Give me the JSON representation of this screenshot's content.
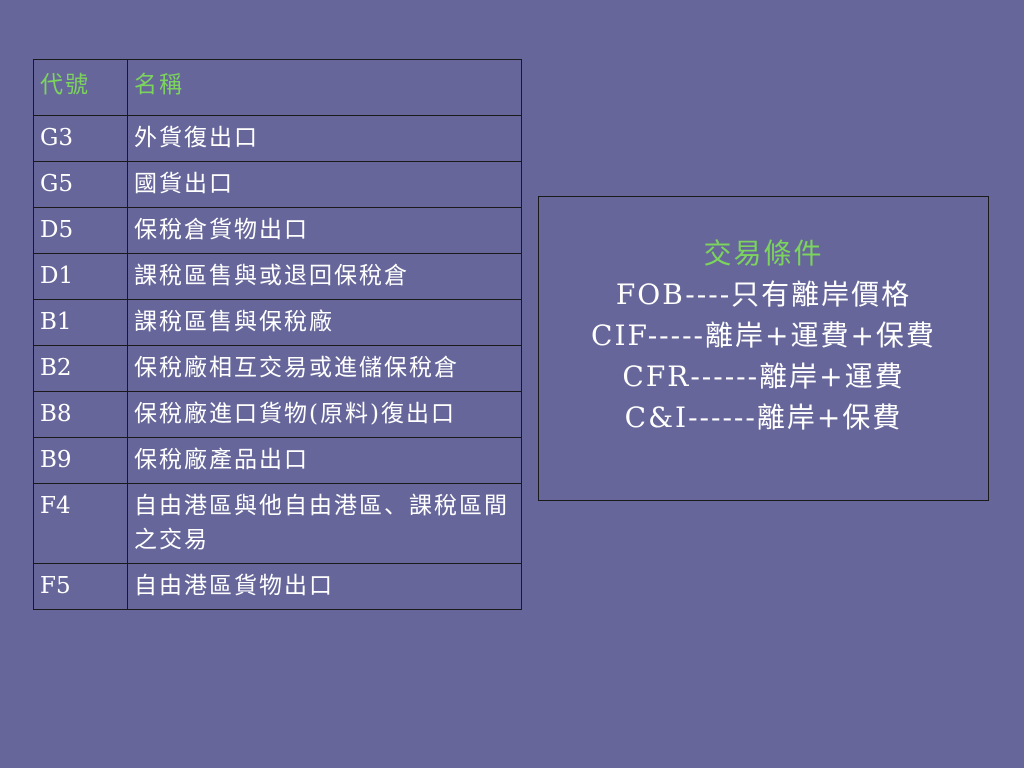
{
  "table": {
    "header": {
      "code": "代號",
      "name": "名稱"
    },
    "rows": [
      {
        "code": "G3",
        "name": "外貨復出口"
      },
      {
        "code": "G5",
        "name": "國貨出口"
      },
      {
        "code": "D5",
        "name": "保稅倉貨物出口"
      },
      {
        "code": "D1",
        "name": "課稅區售與或退回保稅倉"
      },
      {
        "code": "B1",
        "name": "課稅區售與保稅廠"
      },
      {
        "code": "B2",
        "name": "保稅廠相互交易或進儲保稅倉"
      },
      {
        "code": "B8",
        "name": "保稅廠進口貨物(原料)復出口"
      },
      {
        "code": "B9",
        "name": "保稅廠產品出口"
      },
      {
        "code": "F4",
        "name": "自由港區與他自由港區、課稅區間之交易"
      },
      {
        "code": "F5",
        "name": "自由港區貨物出口"
      }
    ]
  },
  "terms": {
    "title": "交易條件",
    "lines": [
      "FOB----只有離岸價格",
      "CIF-----離岸+運費+保費",
      "CFR------離岸+運費",
      "C&I------離岸+保費"
    ]
  },
  "colors": {
    "background": "#66669a",
    "header_text": "#7cd35e",
    "body_text": "#ffffff",
    "border": "#1a1a1a"
  }
}
